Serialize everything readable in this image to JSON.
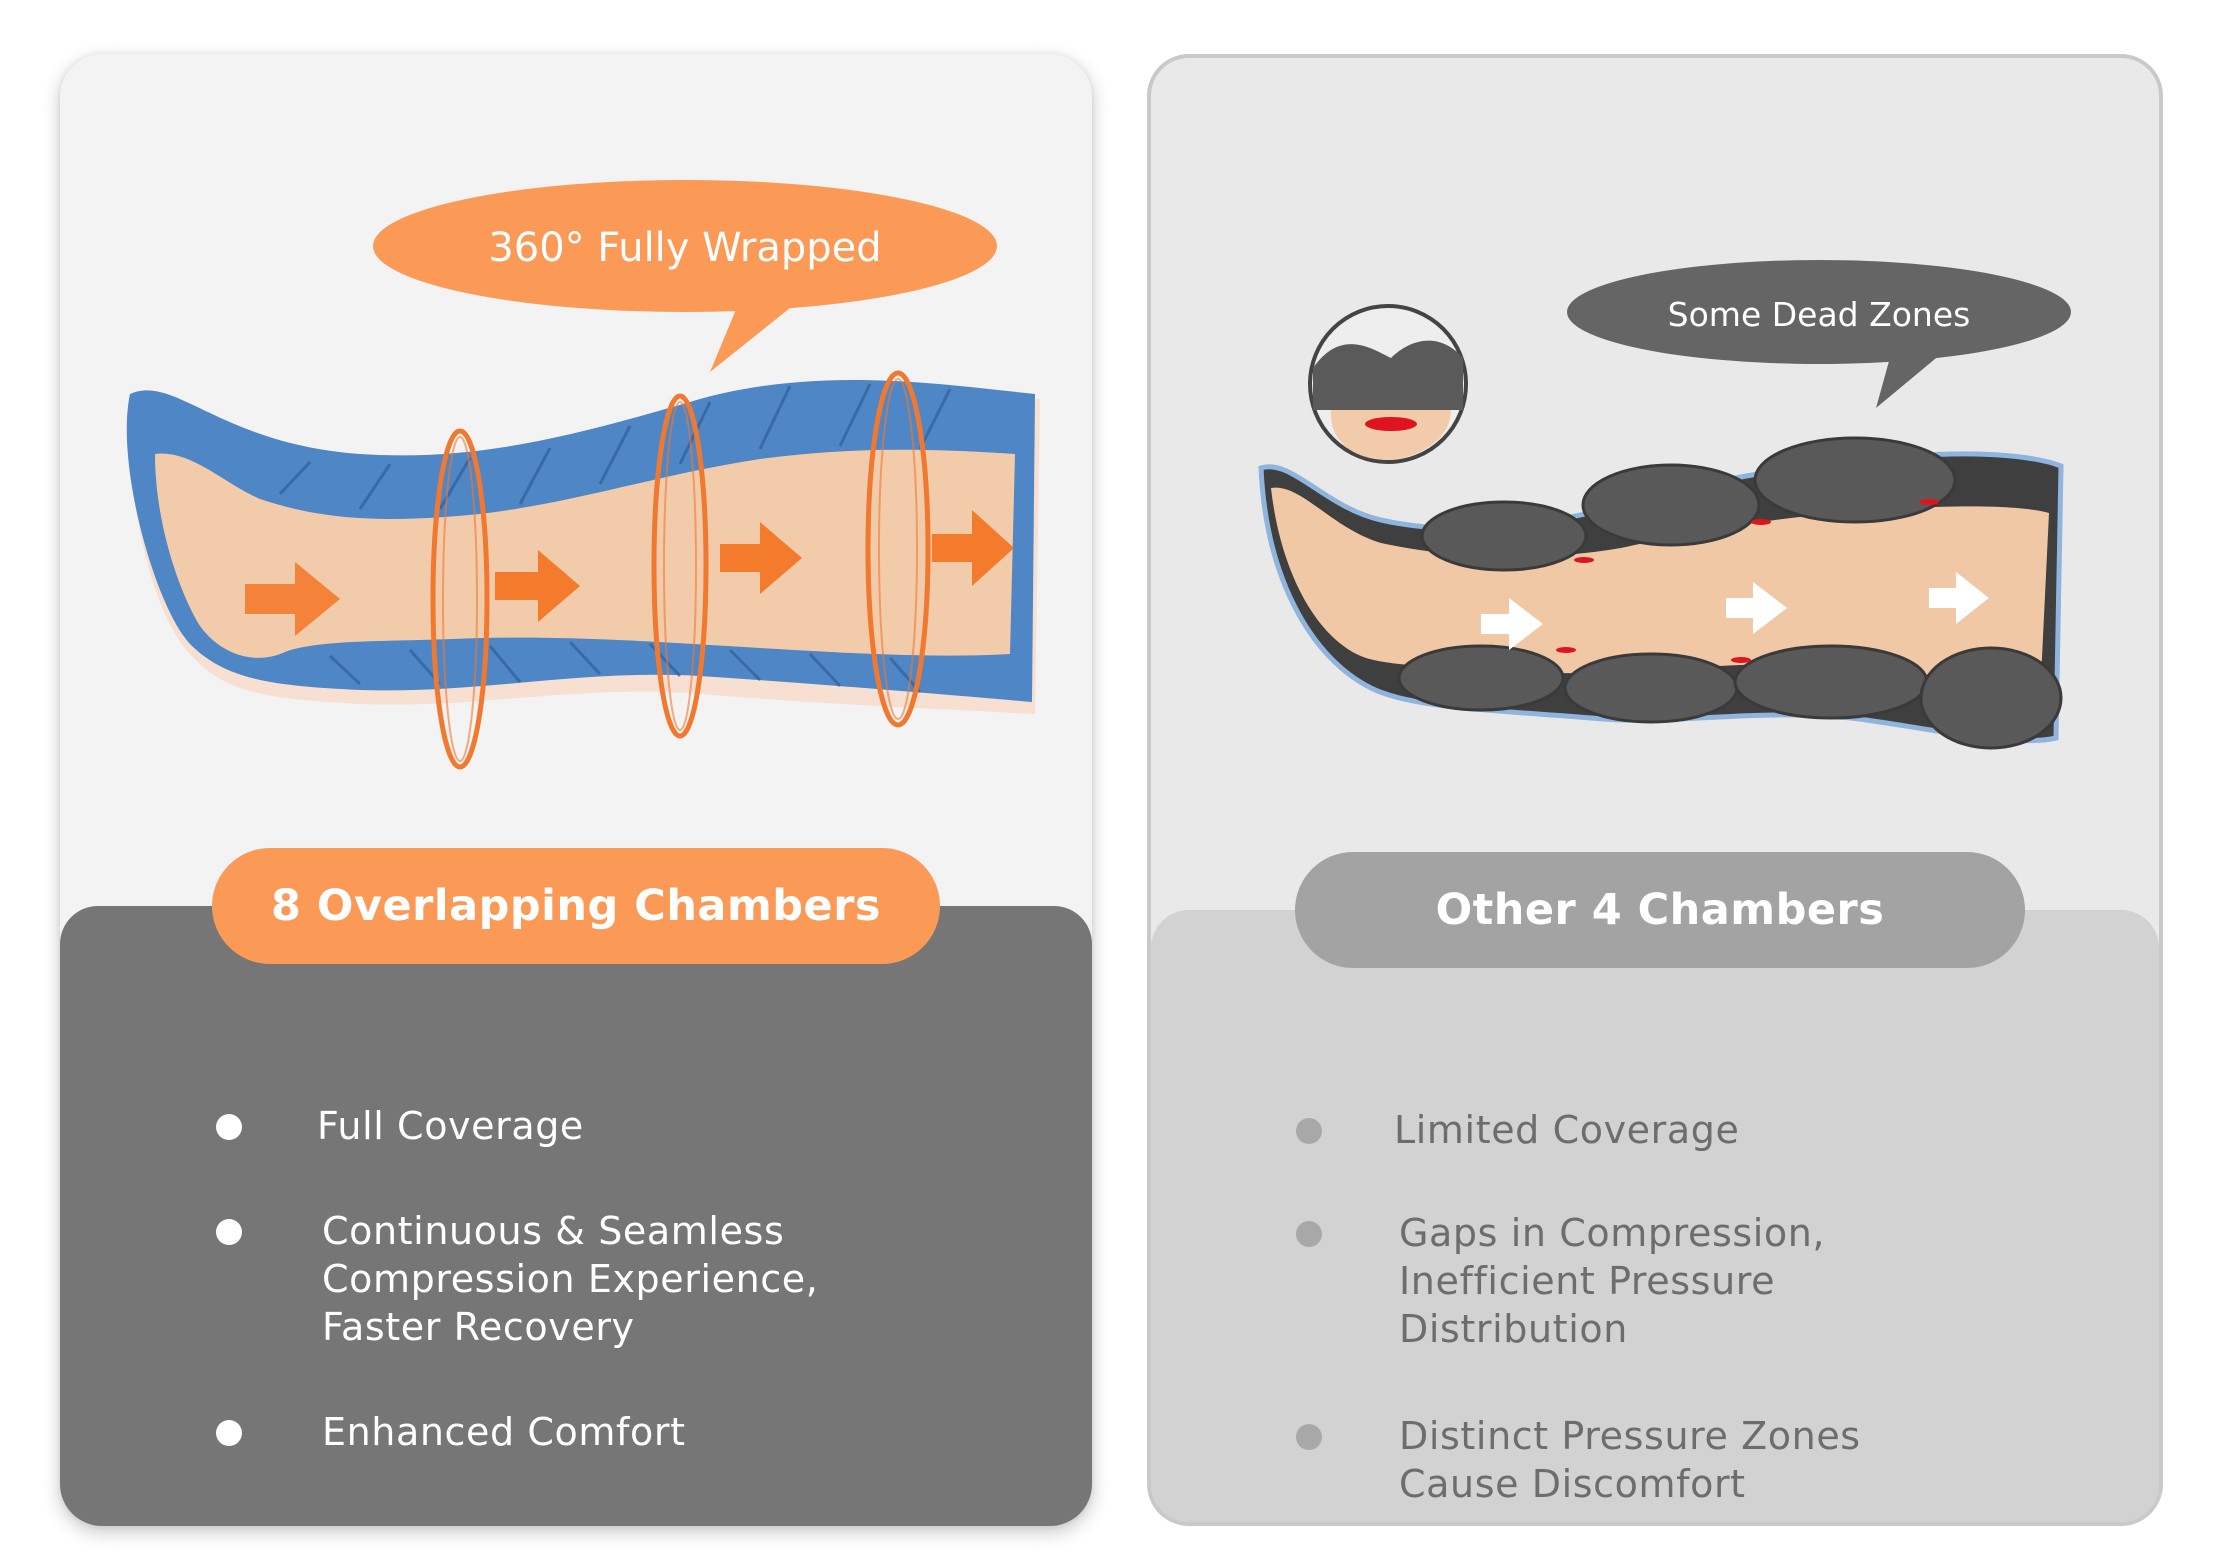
{
  "left_card": {
    "callout": "360° Fully Wrapped",
    "pill_label": "8 Overlapping Chambers",
    "bullets": [
      "Full Coverage",
      "Continuous & Seamless\nCompression Experience,\nFaster Recovery",
      "Enhanced Comfort"
    ],
    "accent_color": "#fb9a56",
    "panel_color": "#767676",
    "sleeve_color": "#4f86c6"
  },
  "right_card": {
    "callout": "Some Dead Zones",
    "pill_label": "Other 4 Chambers",
    "bullets": [
      "Limited Coverage",
      "Gaps in Compression,\nInefficient Pressure\nDistribution",
      "Distinct Pressure Zones\nCause Discomfort"
    ],
    "accent_color": "#a3a3a3",
    "panel_color": "#d2d2d2",
    "chamber_color": "#5c5c5c",
    "dead_zone_color": "#e0141e"
  },
  "icons": {
    "left_flow": "arrow-right-icon",
    "left_rings": "ring-icon",
    "right_flow": "arrow-right-icon",
    "right_zoom": "magnifier-inset-icon"
  }
}
